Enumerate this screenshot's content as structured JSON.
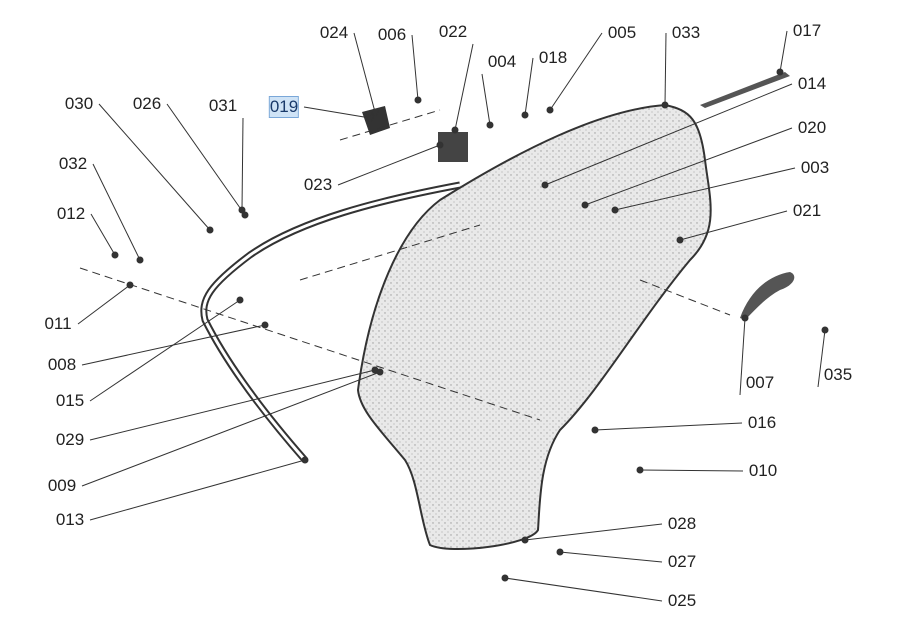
{
  "diagram": {
    "highlighted": "019",
    "highlight_color": "#cfe3f6",
    "labels": [
      "024",
      "006",
      "022",
      "004",
      "018",
      "005",
      "033",
      "017",
      "014",
      "030",
      "026",
      "031",
      "019",
      "020",
      "003",
      "032",
      "023",
      "012",
      "021",
      "011",
      "007",
      "035",
      "008",
      "015",
      "029",
      "016",
      "010",
      "009",
      "013",
      "028",
      "027",
      "025"
    ]
  }
}
